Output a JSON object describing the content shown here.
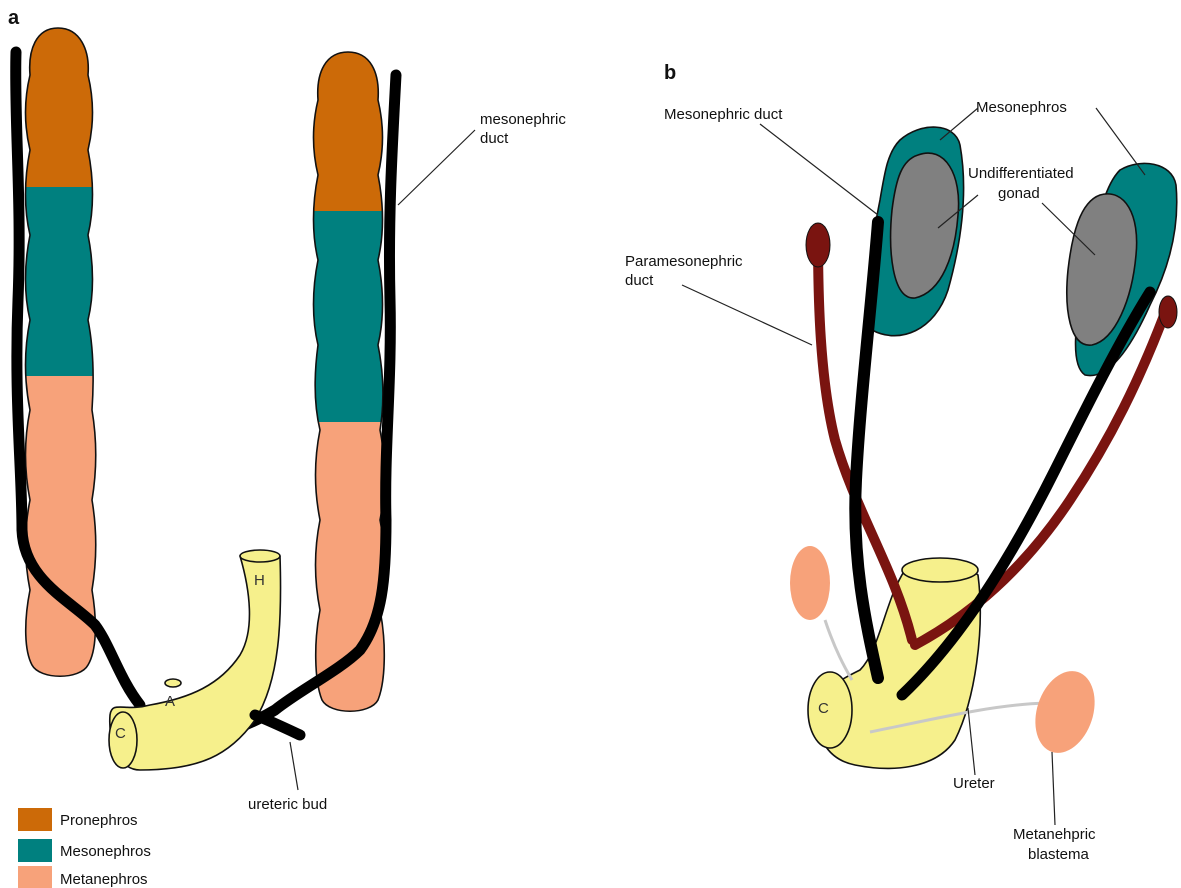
{
  "panel_a": {
    "letter": "a",
    "labels": {
      "mesonephric_duct": [
        "mesonephric",
        "duct"
      ],
      "ureteric_bud": "ureteric bud"
    },
    "cloaca_marks": {
      "c": "C",
      "a": "A",
      "h": "H"
    }
  },
  "panel_b": {
    "letter": "b",
    "labels": {
      "mesonephric_duct": "Mesonephric duct",
      "mesonephros": "Mesonephros",
      "undiff_gonad": [
        "Undifferentiated",
        "gonad"
      ],
      "paramesonephric_duct": [
        "Paramesonephric",
        "duct"
      ],
      "ureter": "Ureter",
      "metanephric_blastema": [
        "Metanehpric",
        "blastema"
      ]
    },
    "cloaca_marks": {
      "c": "C"
    }
  },
  "legend": [
    {
      "label": "Pronephros",
      "color": "#cc6a08"
    },
    {
      "label": "Mesonephros",
      "color": "#00807f"
    },
    {
      "label": "Metanephros",
      "color": "#f7a27a"
    }
  ],
  "colors": {
    "pronephros": "#cc6a08",
    "mesonephros": "#00807f",
    "metanephros": "#f7a27a",
    "cloaca": "#f6f08c",
    "gonad": "#808080",
    "paramesonephric_duct": "#7a1410",
    "duct": "#000000",
    "ureter": "#c8c8c8"
  }
}
